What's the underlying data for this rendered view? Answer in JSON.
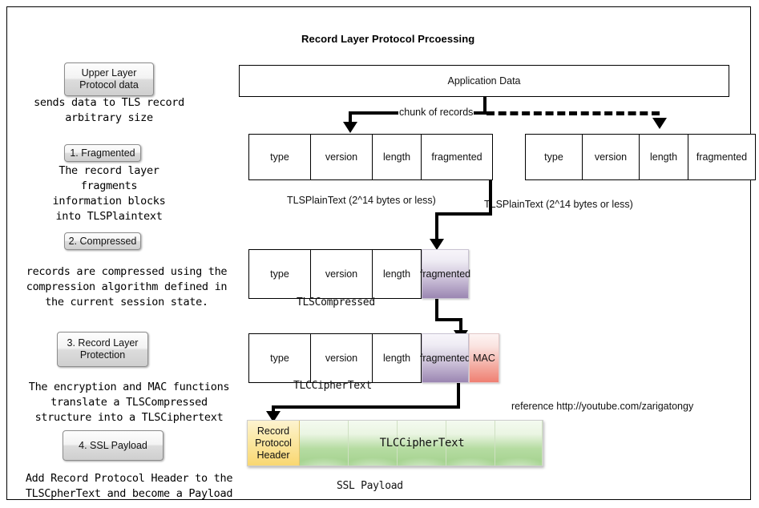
{
  "title": "Record Layer Protocol Prcoessing",
  "reference": "reference http://youtube.com/zarigatongy",
  "steps": [
    {
      "button": "Upper Layer\nProtocol data",
      "description": "sends data to TLS record\narbitrary size"
    },
    {
      "button": "1. Fragmented",
      "description": "The record layer\nfragments\ninformation blocks\ninto TLSPlaintext"
    },
    {
      "button": "2. Compressed",
      "description": "records are compressed using the\ncompression algorithm defined in\nthe current session state."
    },
    {
      "button": "3. Record Layer\nProtection",
      "description": "The encryption and MAC functions\ntranslate a TLSCompressed\nstructure into a TLSCiphertext"
    },
    {
      "button": "4. SSL Payload",
      "description": "Add Record Protocol Header to the\nTLSCpherText and become a Payload"
    }
  ],
  "application_data": {
    "label": "Application Data"
  },
  "connector_label": "chunk of records",
  "records": {
    "plaintext_left": {
      "cells": [
        "type",
        "version",
        "length",
        "fragmented"
      ],
      "caption": "TLSPlainText (2^14 bytes or less)"
    },
    "plaintext_right": {
      "cells": [
        "type",
        "version",
        "length",
        "fragmented"
      ],
      "caption": "TLSPlainText (2^14 bytes or less)"
    },
    "compressed": {
      "cells": [
        "type",
        "version",
        "length",
        "fragmented"
      ],
      "caption": "TLSCompressed"
    },
    "ciphertext": {
      "cells": [
        "type",
        "version",
        "length",
        "fragmented",
        "MAC"
      ],
      "caption": "TLCCipherText"
    }
  },
  "ssl_payload": {
    "header": "Record\nProtocol\nHeader",
    "body_label": "TLCCipherText",
    "segments": 5,
    "caption": "SSL Payload"
  },
  "colors": {
    "fragmented_fill": "#9b86b2",
    "mac_fill": "#ef7f72",
    "payload_header_fill": "#f9d771",
    "payload_body_fill": "#a2d18c",
    "line": "#000000"
  }
}
